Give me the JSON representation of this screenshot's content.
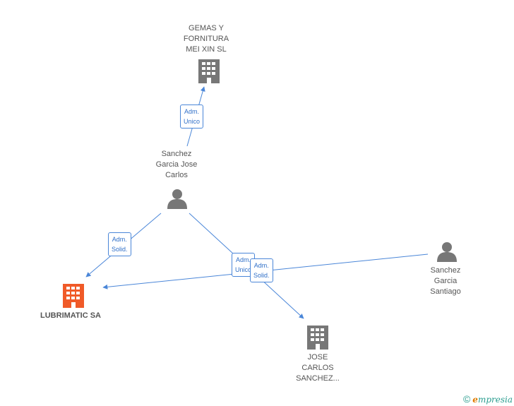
{
  "nodes": {
    "gemas": {
      "label": "GEMAS Y\nFORNITURA\nMEI XIN SL",
      "type": "company",
      "color": "#777777"
    },
    "sanchez_jose": {
      "label": "Sanchez\nGarcia Jose\nCarlos",
      "type": "person",
      "color": "#777777"
    },
    "lubrimatic": {
      "label": "LUBRIMATIC SA",
      "type": "company",
      "color": "#f05a28"
    },
    "jose_carlos": {
      "label": "JOSE\nCARLOS\nSANCHEZ...",
      "type": "company",
      "color": "#777777"
    },
    "sanchez_santiago": {
      "label": "Sanchez\nGarcia\nSantiago",
      "type": "person",
      "color": "#777777"
    }
  },
  "edges": {
    "e1": {
      "label": "Adm.\nUnico"
    },
    "e2": {
      "label": "Adm.\nSolid."
    },
    "e3": {
      "label": "Adm.\nUnico"
    },
    "e4": {
      "label": "Adm.\nSolid."
    }
  },
  "footer": {
    "copyright": "©",
    "brand_first": "e",
    "brand_rest": "mpresia"
  },
  "colors": {
    "edge": "#4a86d8",
    "icon_gray": "#777777",
    "main_company": "#f05a28"
  }
}
